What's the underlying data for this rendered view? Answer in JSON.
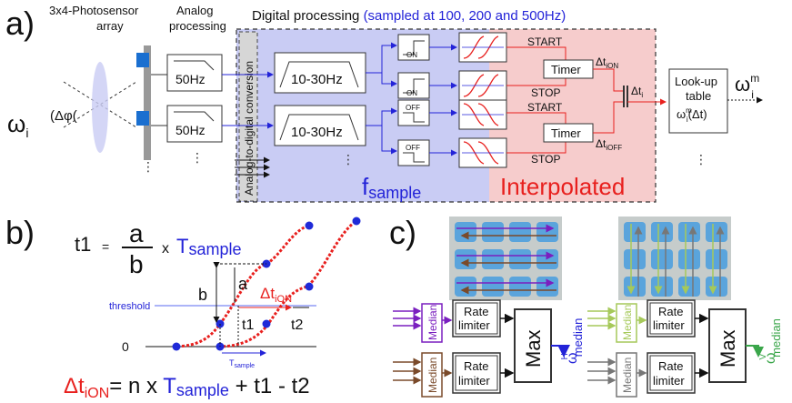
{
  "panel_a": {
    "label": "a)",
    "sensor_title": "3x4-Photosensor",
    "sensor_title2": "array",
    "analog_title": "Analog",
    "analog_title2": "processing",
    "digital_title": "Digital processing",
    "sampled_note": "(sampled at 100, 200 and 500Hz)",
    "omega": "ω",
    "omega_sub": "i",
    "delta_phi": "(Δφ(",
    "lowpass1": "50Hz",
    "lowpass2": "50Hz",
    "adc_label": "Analog-to-digital conversion",
    "bandpass1": "10-30Hz",
    "bandpass2": "10-30Hz",
    "on1": "ON",
    "on2": "ON",
    "off1": "OFF",
    "off2": "OFF",
    "start1": "START",
    "stop1": "STOP",
    "start2": "START",
    "stop2": "STOP",
    "timer1": "Timer",
    "timer2": "Timer",
    "dt_on": "Δt",
    "dt_on_sub": "iON",
    "dt_off": "Δt",
    "dt_off_sub": "iOFF",
    "dt_i": "Δt",
    "dt_i_sub": "i",
    "lookup1": "Look-up",
    "lookup2": "table",
    "lookup3": "ω",
    "lookup3_sup": "m",
    "lookup3_sub": "i",
    "lookup3_tail": "(Δt)",
    "out_omega": "ω",
    "out_sup": "m",
    "out_sub": "i",
    "fsample": "f",
    "fsample_sub": "sample",
    "interpolated": "Interpolated",
    "colors": {
      "blue_region": "#c9ccf4",
      "red_region": "#f6cccc",
      "adc": "#d6d6d6",
      "red": "#e8201e",
      "blue": "#2323d8",
      "purple": "#7a1fbf",
      "brown": "#7a4a2a",
      "lime": "#a6c95a",
      "green": "#3aa64a",
      "grey": "#777777"
    }
  },
  "panel_b": {
    "label": "b)",
    "t1_lhs": "t1",
    "equals": "=",
    "frac_num": "a",
    "frac_den": "b",
    "times": "x",
    "T": "T",
    "T_sub": "sample",
    "b_label": "b",
    "a_label": "a",
    "dt_label": "Δt",
    "dt_label_sub": "iON",
    "threshold": "threshold",
    "t1_mark": "t1",
    "t2_mark": "t2",
    "zero": "0",
    "tsample_mark": "T",
    "tsample_mark_sub": "sample",
    "eq_dt": "Δt",
    "eq_dt_sub": "iON",
    "eq_rest": "= n x",
    "eq_T": "T",
    "eq_T_sub": "sample",
    "eq_tail": "+ t1 - t2"
  },
  "panel_c": {
    "label": "c)",
    "median": "Median",
    "rate1": "Rate",
    "rate2": "limiter",
    "max": "Max",
    "omega_h": "ω",
    "omega_h_sup": "H",
    "omega_h_sub": "median",
    "omega_v": "ω",
    "omega_v_sup": "V",
    "omega_v_sub": "median"
  }
}
